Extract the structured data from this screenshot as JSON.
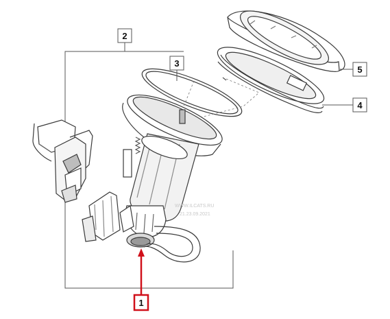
{
  "diagram": {
    "callouts": [
      {
        "id": "1",
        "label": "1",
        "highlighted": true
      },
      {
        "id": "2",
        "label": "2",
        "highlighted": false
      },
      {
        "id": "3",
        "label": "3",
        "highlighted": false
      },
      {
        "id": "4",
        "label": "4",
        "highlighted": false
      },
      {
        "id": "5",
        "label": "5",
        "highlighted": false
      }
    ],
    "watermark": {
      "line1": "WWW.ILCATS.RU",
      "line2": "21.23.09.2021"
    },
    "colors": {
      "line": "#3a3a3a",
      "highlight": "#d0101a",
      "part_fill": "#ffffff",
      "shade": "#d9d9d9",
      "dark_shade": "#9a9a9a"
    }
  }
}
